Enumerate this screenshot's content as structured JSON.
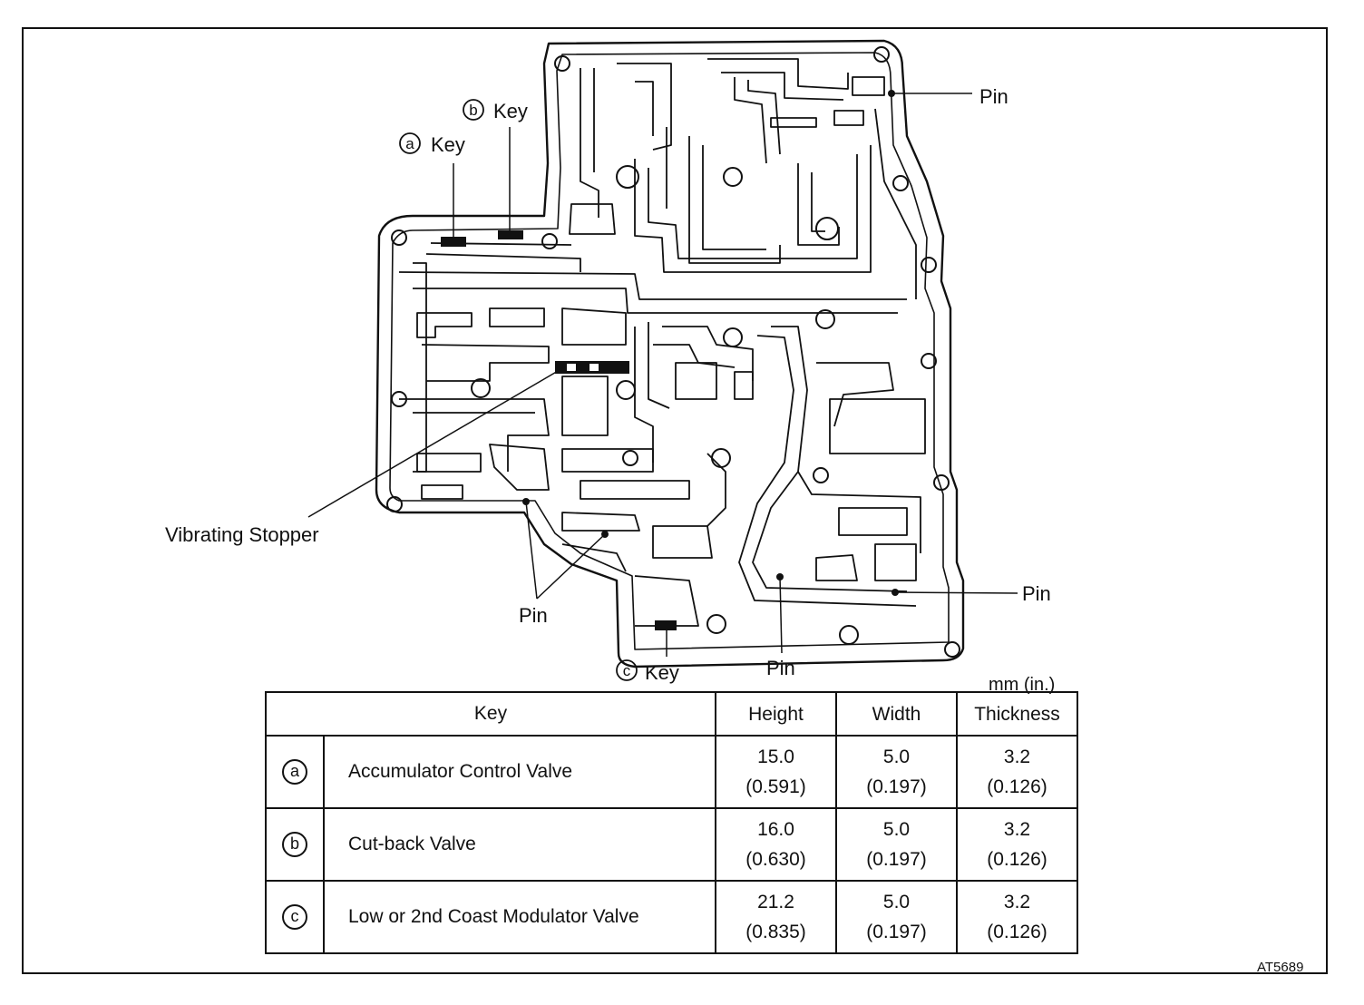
{
  "labels": {
    "key_a_marker": "a",
    "key_a": "Key",
    "key_b_marker": "b",
    "key_b": "Key",
    "key_c_marker": "c",
    "key_c": "Key",
    "pin_top_right": "Pin",
    "pin_right": "Pin",
    "pin_bottom_left": "Pin",
    "pin_bottom_center": "Pin",
    "vibrating_stopper": "Vibrating Stopper"
  },
  "units": "mm (in.)",
  "table": {
    "headers": {
      "key": "Key",
      "height": "Height",
      "width": "Width",
      "thickness": "Thickness"
    },
    "rows": [
      {
        "marker": "a",
        "name": "Accumulator Control Valve",
        "height_mm": "15.0",
        "height_in": "(0.591)",
        "width_mm": "5.0",
        "width_in": "(0.197)",
        "thickness_mm": "3.2",
        "thickness_in": "(0.126)"
      },
      {
        "marker": "b",
        "name": "Cut-back Valve",
        "height_mm": "16.0",
        "height_in": "(0.630)",
        "width_mm": "5.0",
        "width_in": "(0.197)",
        "thickness_mm": "3.2",
        "thickness_in": "(0.126)"
      },
      {
        "marker": "c",
        "name": "Low or 2nd Coast Modulator Valve",
        "height_mm": "21.2",
        "height_in": "(0.835)",
        "width_mm": "5.0",
        "width_in": "(0.197)",
        "thickness_mm": "3.2",
        "thickness_in": "(0.126)"
      }
    ]
  },
  "figure_code": "AT5689"
}
